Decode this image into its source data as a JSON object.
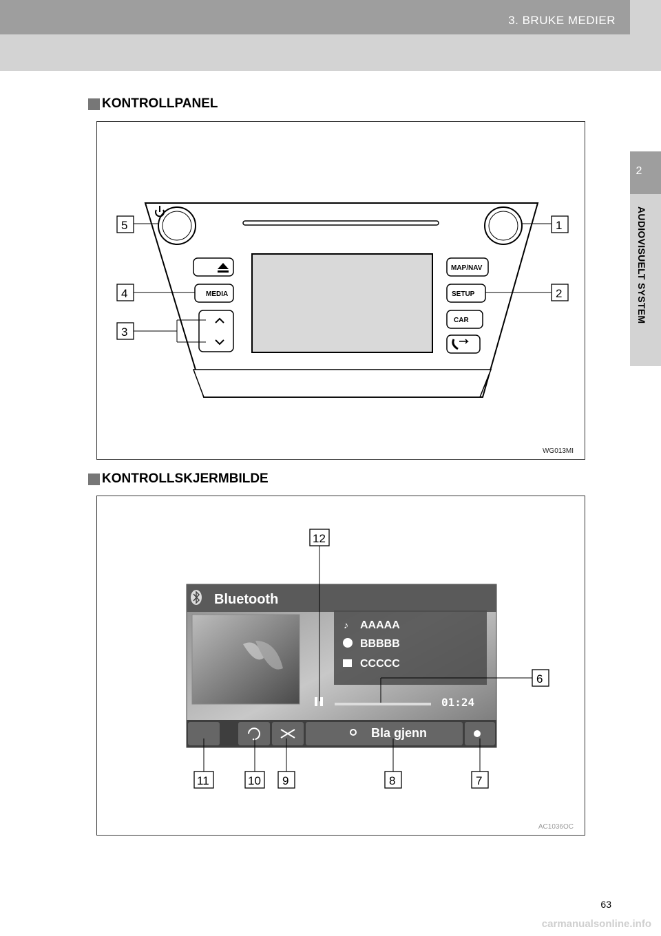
{
  "header": {
    "chapter": "3. BRUKE MEDIER"
  },
  "side_tab": {
    "number": "2",
    "label": "AUDIOVISUELT SYSTEM"
  },
  "sections": [
    {
      "heading": "KONTROLLPANEL",
      "figure_code": "WG013MI"
    },
    {
      "heading": "KONTROLLSKJERMBILDE",
      "figure_code": "AC1036OC"
    }
  ],
  "panel": {
    "buttons": [
      "MAP/NAV",
      "SETUP",
      "CAR",
      "MEDIA"
    ],
    "callouts": [
      "1",
      "2",
      "3",
      "4",
      "5"
    ]
  },
  "screen": {
    "source": "Bluetooth",
    "track": "AAAAA",
    "artist": "BBBBB",
    "album": "CCCCC",
    "time": "01:24",
    "browse_label": "Bla gjenn",
    "callouts": [
      "6",
      "7",
      "8",
      "9",
      "10",
      "11",
      "12"
    ]
  },
  "footer": {
    "page": "63",
    "watermark": "carmanualsonline.info"
  }
}
